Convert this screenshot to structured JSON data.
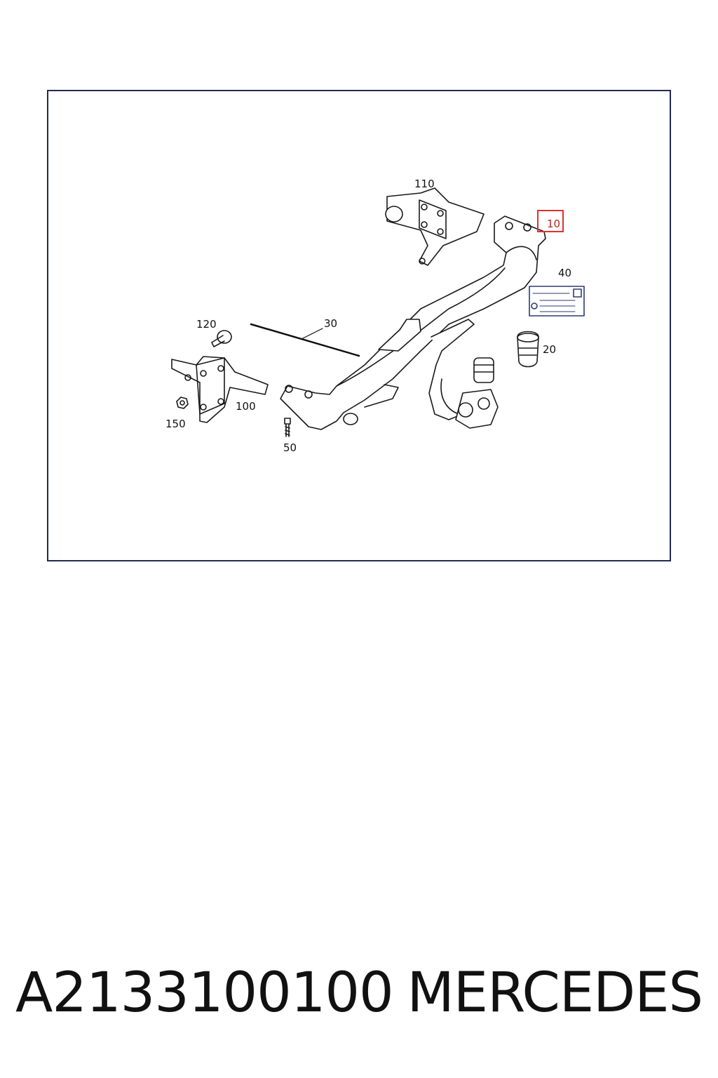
{
  "diagram": {
    "callouts": {
      "c10": "10",
      "c20": "20",
      "c30": "30",
      "c40": "40",
      "c50": "50",
      "c100": "100",
      "c110": "110",
      "c120": "120",
      "c150": "150"
    },
    "highlighted_callout": "10",
    "highlight_color": "#e03030",
    "frame_color": "#1f2a55"
  },
  "footer": {
    "part_number": "A2133100100",
    "brand": "MERCEDES"
  }
}
